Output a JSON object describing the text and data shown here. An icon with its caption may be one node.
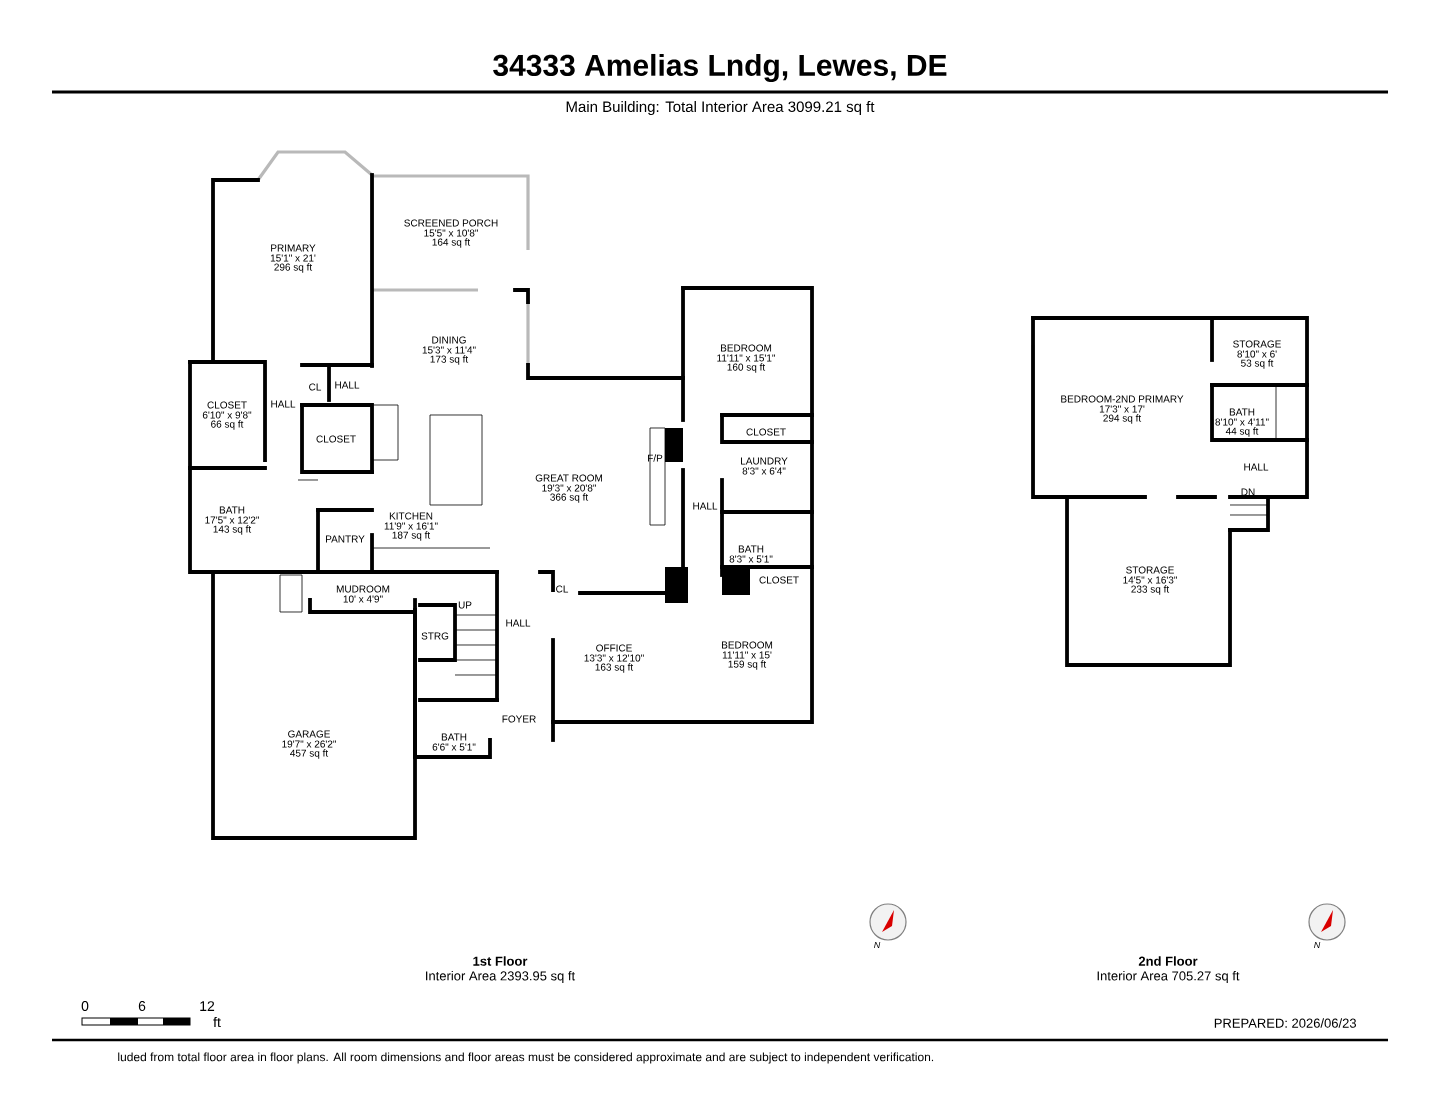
{
  "diagram": {
    "title": "34333 Amelias Lndg, Lewes, DE",
    "labels": [
      "Main Building: Total Interior Area 3099.21 sq ft",
      "PRIMARY",
      "15'1\" x 21'",
      "296 sq ft",
      "SCREENED PORCH",
      "15'5\" x 10'8\"",
      "164 sq ft",
      "DINING",
      "15'3\" x 11'4\"",
      "173 sq ft",
      "CLOSET",
      "6'10\" x 9'8\"",
      "66 sq ft",
      "CL",
      "HALL",
      "HALL",
      "CLOSET",
      "BEDROOM",
      "11'11\" x 15'1\"",
      "160 sq ft",
      "CLOSET",
      "F/P",
      "LAUNDRY",
      "8'3\" x 6'4\"",
      "GREAT ROOM",
      "19'3\" x 20'8\"",
      "366 sq ft",
      "HALL",
      "BATH",
      "17'5\" x 12'2\"",
      "143 sq ft",
      "PANTRY",
      "KITCHEN",
      "11'9\" x 16'1\"",
      "187 sq ft",
      "BATH",
      "8'3\" x 5'1\"",
      "CLOSET",
      "MUDROOM",
      "10' x 4'9\"",
      "CL",
      "UP",
      "HALL",
      "STRG",
      "OFFICE",
      "13'3\" x 12'10\"",
      "163 sq ft",
      "BEDROOM",
      "11'11\" x 15'",
      "159 sq ft",
      "FOYER",
      "GARAGE",
      "19'7\" x 26'2\"",
      "457 sq ft",
      "BATH",
      "6'6\" x 5'1\"",
      "STORAGE",
      "8'10\" x 6'",
      "53 sq ft",
      "BEDROOM-2ND PRIMARY",
      "17'3\" x 17'",
      "294 sq ft",
      "BATH",
      "8'10\" x 4'11\"",
      "44 sq ft",
      "HALL",
      "DN",
      "STORAGE",
      "14'5\" x 16'3\"",
      "233 sq ft",
      "N",
      "N",
      "1st Floor",
      "Interior Area 2393.95 sq ft",
      "2nd Floor",
      "Interior Area 705.27 sq ft",
      "0",
      "6",
      "12",
      "ft",
      "PREPARED: 2026/06/23",
      "luded from total floor area in floor plans. All room dimensions and floor areas must be considered approximate and are subject to independent verification."
    ]
  }
}
